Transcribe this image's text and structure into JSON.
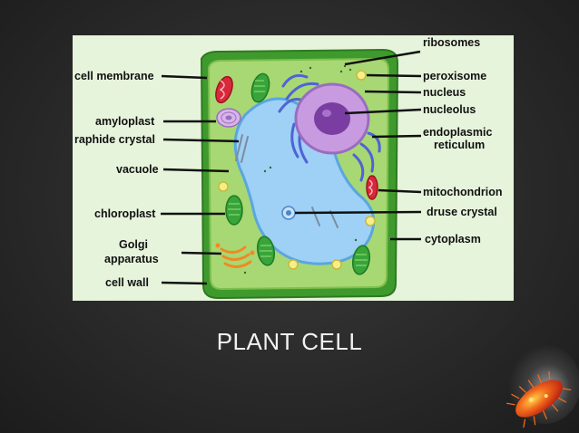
{
  "slide": {
    "title": "PLANT CELL"
  },
  "diagram": {
    "labels": {
      "ribosomes": "ribosomes",
      "cell_membrane": "cell membrane",
      "peroxisome": "peroxisome",
      "nucleus": "nucleus",
      "amyloplast": "amyloplast",
      "nucleolus": "nucleolus",
      "raphide_crystal": "raphide crystal",
      "endoplasmic_reticulum_1": "endoplasmic",
      "endoplasmic_reticulum_2": "reticulum",
      "vacuole": "vacuole",
      "mitochondrion": "mitochondrion",
      "chloroplast": "chloroplast",
      "druse_crystal": "druse crystal",
      "golgi_1": "Golgi",
      "golgi_2": "apparatus",
      "cytoplasm": "cytoplasm",
      "cell_wall": "cell wall"
    },
    "colors": {
      "cell_wall": "#3f9a2e",
      "cytoplasm": "#a8d873",
      "vacuole": "#9fd0f5",
      "nucleus": "#c89be0",
      "nucleolus": "#7a3ea3",
      "endoplasmic_reticulum": "#4f63d6",
      "mitochondrion": "#d8283a",
      "chloroplast": "#37a53a",
      "golgi": "#f08a24",
      "peroxisome": "#f7ee8a"
    }
  }
}
